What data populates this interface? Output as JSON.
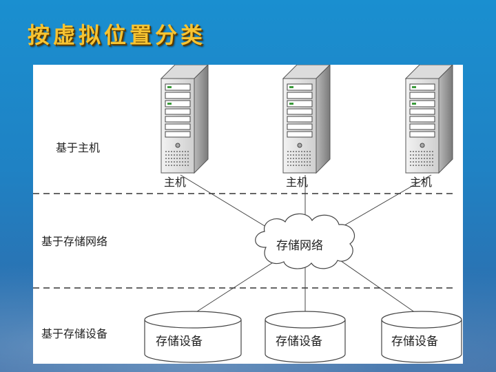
{
  "slide": {
    "title": "按虚拟位置分类"
  },
  "diagram": {
    "layers": {
      "host": "基于主机",
      "network": "基于存储网络",
      "device": "基于存储设备"
    },
    "hosts": [
      "主机",
      "主机",
      "主机"
    ],
    "cloud_label": "存储网络",
    "devices": [
      "存储设备",
      "存储设备",
      "存储设备"
    ]
  }
}
